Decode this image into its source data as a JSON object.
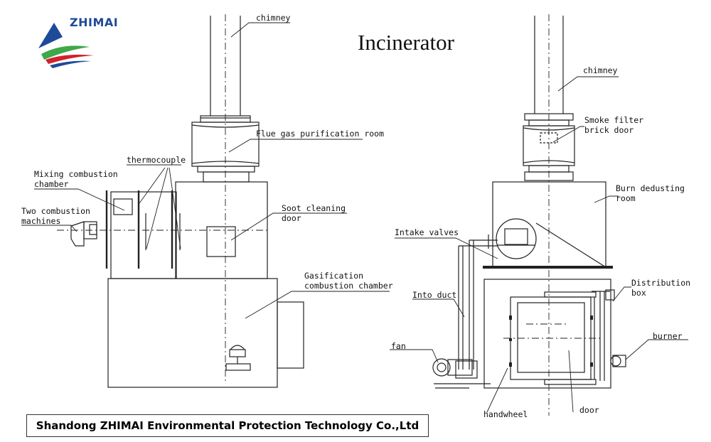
{
  "title": "Incinerator",
  "company": "Shandong ZHIMAI Environmental Protection Technology Co.,Ltd",
  "logo": {
    "text": "ZHIMAI",
    "colors": {
      "blue": "#1f4a9a",
      "green": "#3ea84a",
      "red": "#d2232a"
    }
  },
  "left_labels": {
    "chimney": "chimney",
    "flue_gas": "Flue gas purification room",
    "thermocouple": "thermocouple",
    "mixing": [
      "Mixing combustion",
      "chamber"
    ],
    "two_combustion": [
      "Two combustion",
      "machines"
    ],
    "soot": [
      "Soot cleaning",
      "door"
    ],
    "gasification": [
      "Gasification",
      "combustion chamber"
    ]
  },
  "right_labels": {
    "chimney": "chimney",
    "smoke_filter": [
      "Smoke filter",
      "brick door"
    ],
    "burn_dedusting": [
      "Burn dedusting",
      "room"
    ],
    "intake_valves": "Intake valves",
    "into_duct": "Into duct",
    "distribution": [
      "Distribution",
      "box"
    ],
    "burner": "burner",
    "fan": "fan",
    "handwheel": "handwheel",
    "door": "door"
  }
}
